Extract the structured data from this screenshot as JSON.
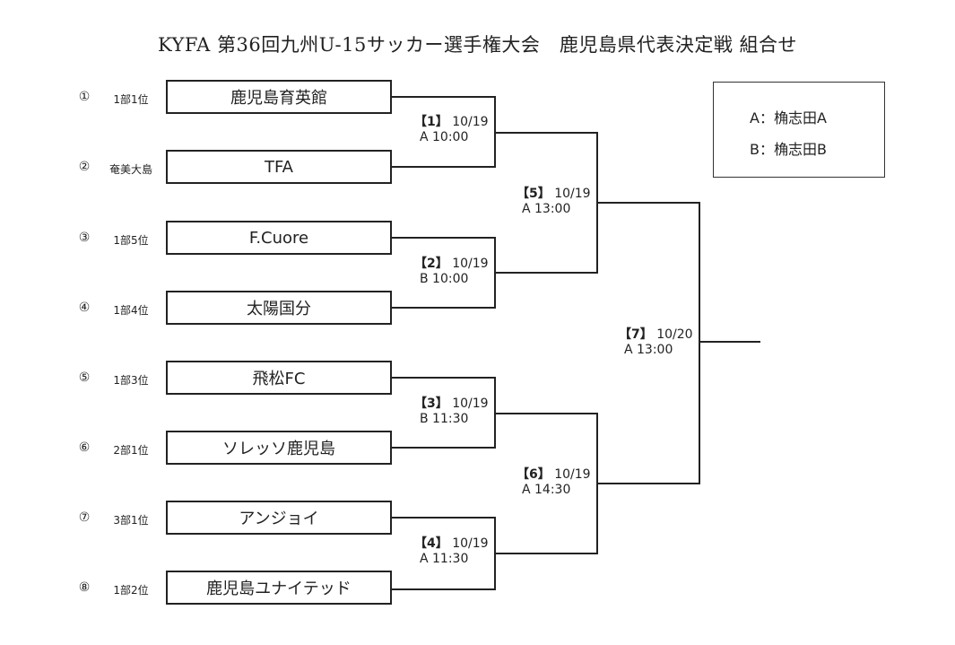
{
  "title": "KYFA 第36回九州U-15サッカー選手権大会　鹿児島県代表決定戦 組合せ",
  "teams": [
    {
      "seed": "①",
      "qualifier": "1部1位",
      "name": "鹿児島育英館"
    },
    {
      "seed": "②",
      "qualifier": "奄美大島",
      "name": "TFA"
    },
    {
      "seed": "③",
      "qualifier": "1部5位",
      "name": "F.Cuore"
    },
    {
      "seed": "④",
      "qualifier": "1部4位",
      "name": "太陽国分"
    },
    {
      "seed": "⑤",
      "qualifier": "1部3位",
      "name": "飛松FC"
    },
    {
      "seed": "⑥",
      "qualifier": "2部1位",
      "name": "ソレッソ鹿児島"
    },
    {
      "seed": "⑦",
      "qualifier": "3部1位",
      "name": "アンジョイ"
    },
    {
      "seed": "⑧",
      "qualifier": "1部2位",
      "name": "鹿児島ユナイテッド"
    }
  ],
  "matches": [
    {
      "num": "【1】",
      "date": "10/19",
      "slot": "A 10:00"
    },
    {
      "num": "【2】",
      "date": "10/19",
      "slot": "B 10:00"
    },
    {
      "num": "【3】",
      "date": "10/19",
      "slot": "B 11:30"
    },
    {
      "num": "【4】",
      "date": "10/19",
      "slot": "A 11:30"
    },
    {
      "num": "【5】",
      "date": "10/19",
      "slot": "A 13:00"
    },
    {
      "num": "【6】",
      "date": "10/19",
      "slot": "A 14:30"
    },
    {
      "num": "【7】",
      "date": "10/20",
      "slot": "A 13:00"
    }
  ],
  "legend": [
    {
      "key": "A",
      "sep": "：",
      "venue": "桷志田A"
    },
    {
      "key": "B",
      "sep": "：",
      "venue": "桷志田B"
    }
  ]
}
